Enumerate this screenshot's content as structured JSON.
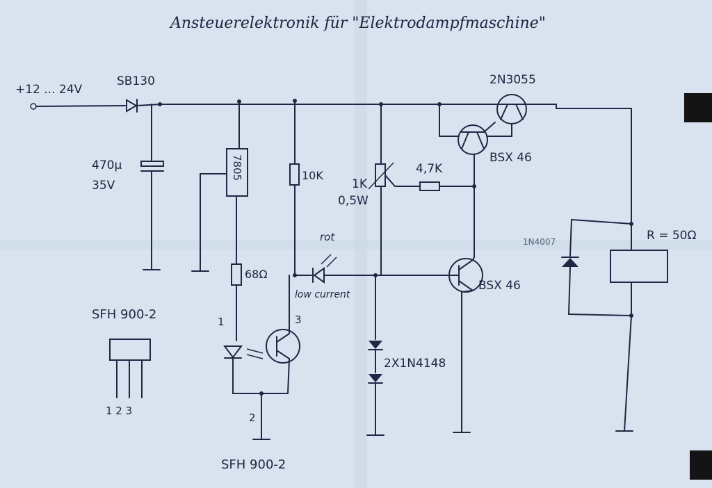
{
  "title": "Ansteuerelektronik für \"Elektrodampfmaschine\"",
  "labels": {
    "supply": "+12 ... 24V",
    "diode_sb": "SB130",
    "cap_value": "470µ",
    "cap_voltage": "35V",
    "regulator": "7805",
    "r_10k": "10K",
    "r_68": "68Ω",
    "pot_value": "1K",
    "pot_power": "0,5W",
    "r_4k7": "4,7K",
    "t_power": "2N3055",
    "t_driver": "BSX 46",
    "t_switch": "BSX 46",
    "led_color": "rot",
    "led_type": "low current",
    "diodes": "2X1N4148",
    "relay": "R = 50Ω",
    "flyback": "1N4007",
    "sensor_top": "SFH 900-2",
    "sensor_bottom": "SFH 900-2",
    "pin1": "1",
    "pin2": "2",
    "pin3": "3",
    "pinout": "1 2 3"
  },
  "colors": {
    "paper": "#d6e2ee",
    "ink": "#1f2744"
  }
}
